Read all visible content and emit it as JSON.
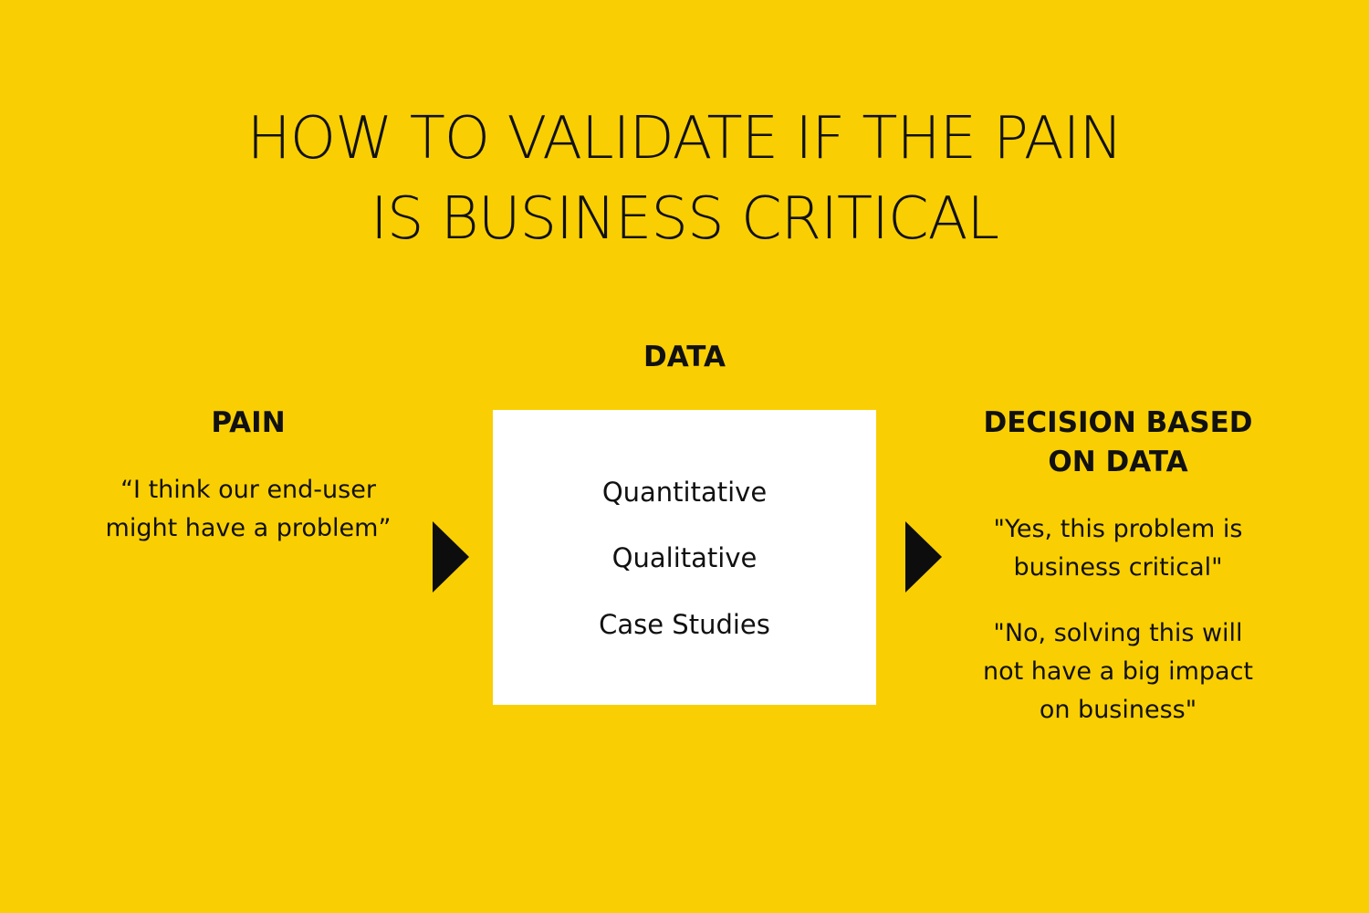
{
  "title": {
    "line1": "HOW TO VALIDATE IF THE PAIN",
    "line2": "IS BUSINESS CRITICAL"
  },
  "pain": {
    "heading": "PAIN",
    "quote_line1": "“I think our end-user",
    "quote_line2": "might have a problem”"
  },
  "data": {
    "heading": "DATA",
    "items": [
      "Quantitative",
      "Qualitative",
      "Case Studies"
    ]
  },
  "decision": {
    "heading_line1": "DECISION BASED",
    "heading_line2": "ON DATA",
    "quote1_line1": "\"Yes, this problem is",
    "quote1_line2": "business critical\"",
    "quote2_line1": "\"No, solving this will",
    "quote2_line2": "not have a big impact",
    "quote2_line3": "on business\""
  },
  "colors": {
    "background": "#f9cf03",
    "box": "#ffffff",
    "text": "#111111",
    "arrow": "#0d0d0d"
  },
  "icons": {
    "flow_arrow": "right-triangle-arrow"
  }
}
